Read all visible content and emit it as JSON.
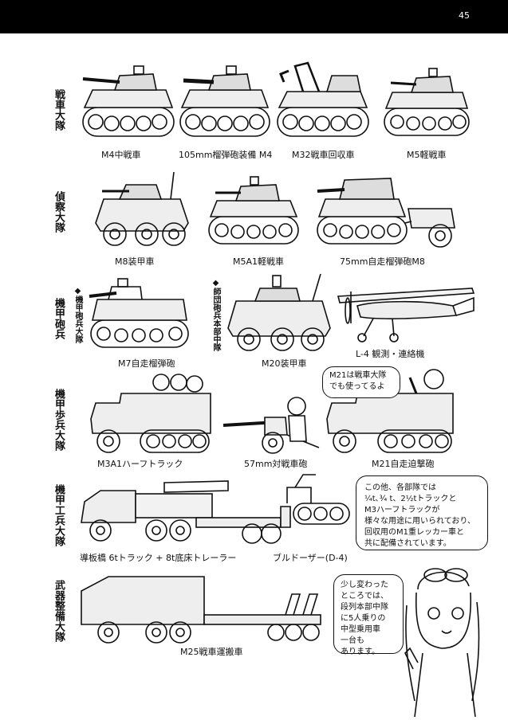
{
  "page_number": "45",
  "sections": [
    {
      "label": "戦車大隊",
      "vehicles": [
        "M4中戦車",
        "105mm榴弾砲装備 M4",
        "M32戦車回収車",
        "M5軽戦車"
      ]
    },
    {
      "label": "偵察大隊",
      "vehicles": [
        "M8装甲車",
        "M5A1軽戦車",
        "75mm自走榴弾砲M8"
      ]
    },
    {
      "label": "機甲砲兵",
      "sub_labels": [
        "◆機甲砲兵大隊",
        "◆師団砲兵本部中隊"
      ],
      "vehicles": [
        "M7自走榴弾砲",
        "M20装甲車",
        "L-4 観測・連絡機"
      ]
    },
    {
      "label": "機甲歩兵大隊",
      "vehicles": [
        "M3A1ハーフトラック",
        "57mm対戦車砲",
        "M21自走迫撃砲"
      ]
    },
    {
      "label": "機甲工兵大隊",
      "vehicles": [
        "導板橋 6tトラック + 8t底床トレーラー",
        "ブルドーザー(D-4)"
      ]
    },
    {
      "label": "武器整備大隊",
      "vehicles": [
        "M25戦車運搬車"
      ]
    }
  ],
  "bubbles": {
    "m21": [
      "M21は戦車大隊",
      "でも使ってるよ"
    ],
    "note": [
      "この他、各部隊では",
      "¼t､¾ t、2½tトラックと",
      "M3ハーフトラックが",
      "様々な用途に用いられており、",
      "回収用のM1重レッカー車と",
      "共に配備されています。"
    ],
    "bus": [
      "少し変わった",
      "ところでは、",
      "段列本部中隊",
      "に5人乗りの",
      "中型乗用車",
      "一台も",
      "あります。"
    ]
  },
  "icons": [
    "tank-icon",
    "armored-car-icon",
    "halftrack-icon",
    "airplane-icon",
    "anti-tank-gun-icon",
    "truck-icon",
    "bulldozer-icon",
    "girl-character-icon"
  ]
}
